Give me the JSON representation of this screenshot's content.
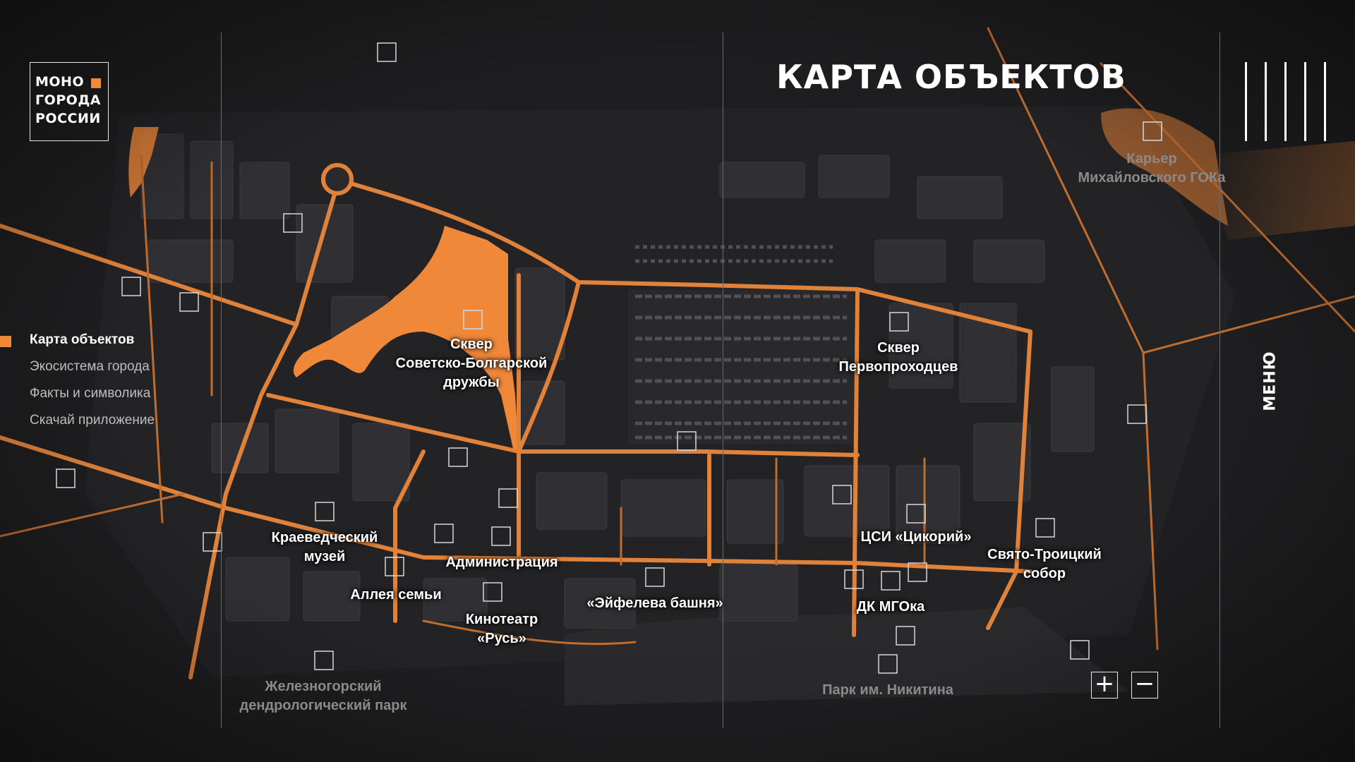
{
  "logo": {
    "lines": [
      "МОНО",
      "ГОРОДА",
      "РОССИИ"
    ]
  },
  "page_title": "КАРТА ОБЪЕКТОВ",
  "menu_label": "МЕНЮ",
  "nav": {
    "items": [
      {
        "label": "Карта объектов",
        "active": true
      },
      {
        "label": "Экосистема города",
        "active": false
      },
      {
        "label": "Факты и символика",
        "active": false
      },
      {
        "label": "Скачай приложение",
        "active": false
      }
    ]
  },
  "places": [
    {
      "id": "skver-sovetsko-bolgarskoy",
      "label": "Сквер\nСоветско-Болгарской\nдружбы",
      "dim": false
    },
    {
      "id": "skver-pervoprokhodtsev",
      "label": "Сквер\nПервопроходцев",
      "dim": false
    },
    {
      "id": "karer",
      "label": "Карьер\nМихайловского ГОКа",
      "dim": true
    },
    {
      "id": "kraevedcheskiy-muzey",
      "label": "Краеведческий\nмузей",
      "dim": false
    },
    {
      "id": "administratsiya",
      "label": "Администрация",
      "dim": false
    },
    {
      "id": "alleya-semi",
      "label": "Аллея семьи",
      "dim": false
    },
    {
      "id": "kinoteatr-rus",
      "label": "Кинотеатр\n«Русь»",
      "dim": false
    },
    {
      "id": "eyfeleva-bashnya",
      "label": "«Эйфелева башня»",
      "dim": false
    },
    {
      "id": "tssi-tsikoriy",
      "label": "ЦСИ «Цикорий»",
      "dim": false
    },
    {
      "id": "svyato-troitskiy-sobor",
      "label": "Свято-Троицкий\nсобор",
      "dim": false
    },
    {
      "id": "dk-mgoka",
      "label": "ДК МГОка",
      "dim": false
    },
    {
      "id": "dendropark",
      "label": "Железногорский\nдендрологический парк",
      "dim": true
    },
    {
      "id": "park-nikitina",
      "label": "Парк им. Никитина",
      "dim": true
    }
  ],
  "zoom": {
    "in_label": "+",
    "out_label": "−"
  },
  "colors": {
    "background": "#1e1e20",
    "accent": "#f0883a",
    "road": "#e0823a",
    "block": "#2a2a2d"
  }
}
